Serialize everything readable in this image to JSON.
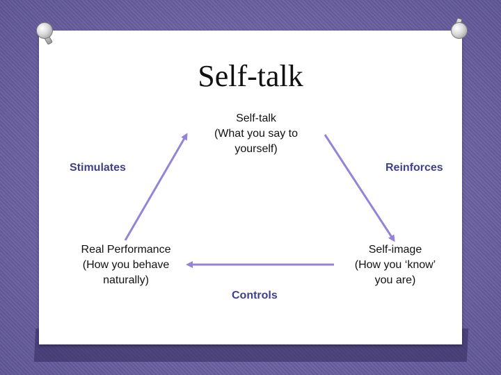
{
  "slide": {
    "title": "Self-talk",
    "nodes": {
      "top": "Self-talk\n(What you say to\nyourself)",
      "left": "Real Performance\n(How you behave\nnaturally)",
      "right": "Self-image\n(How you ‘know’\nyou are)"
    },
    "edges": {
      "stimulates": "Stimulates",
      "reinforces": "Reinforces",
      "controls": "Controls"
    },
    "colors": {
      "arrow": "#9483d6",
      "label": "#3f3f8f",
      "background": "#6f64a4"
    }
  }
}
